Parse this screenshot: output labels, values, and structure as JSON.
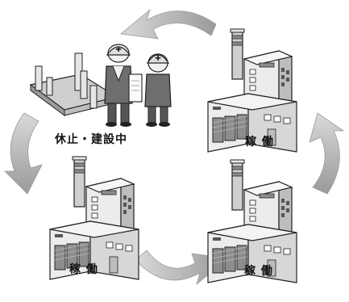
{
  "nodes": {
    "top_left": {
      "label": "休止・建設中"
    },
    "top_right": {
      "label": "稼 働"
    },
    "bottom_left": {
      "label": "稼 働"
    },
    "bottom_right": {
      "label": "稼 働"
    }
  },
  "icons": [
    "cycle-arrow",
    "factory-icon",
    "construction-site-icon",
    "worker-icon",
    "blueprint-icon"
  ],
  "colors": {
    "arrow": "#a8a8a8",
    "outline": "#222222",
    "building_light": "#ececec",
    "building_mid": "#cfcfcf",
    "building_dark": "#8d8d8d"
  }
}
